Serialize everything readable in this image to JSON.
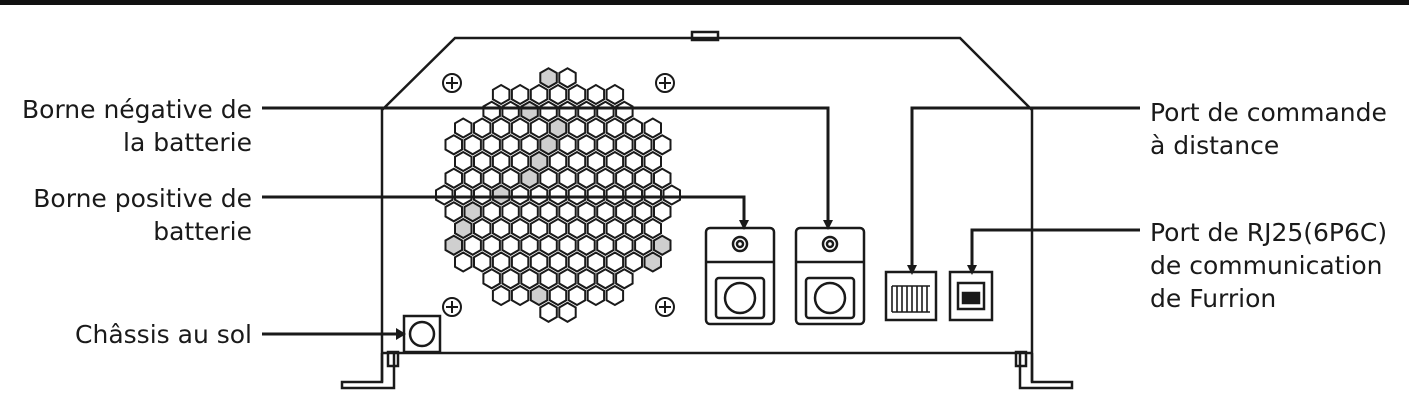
{
  "labels": {
    "battery_negative": {
      "line1": "Borne négative de",
      "line2": "la batterie"
    },
    "battery_positive": {
      "line1": "Borne positive de",
      "line2": "batterie"
    },
    "chassis_ground": {
      "line1": "Châssis au sol"
    },
    "remote_port": {
      "line1": "Port de commande",
      "line2": "à distance"
    },
    "rj25_port": {
      "line1": "Port de RJ25(6P6C)",
      "line2": "de communication",
      "line3": "de Furrion"
    }
  },
  "colors": {
    "line": "#1a1a1a",
    "background": "#ffffff"
  }
}
